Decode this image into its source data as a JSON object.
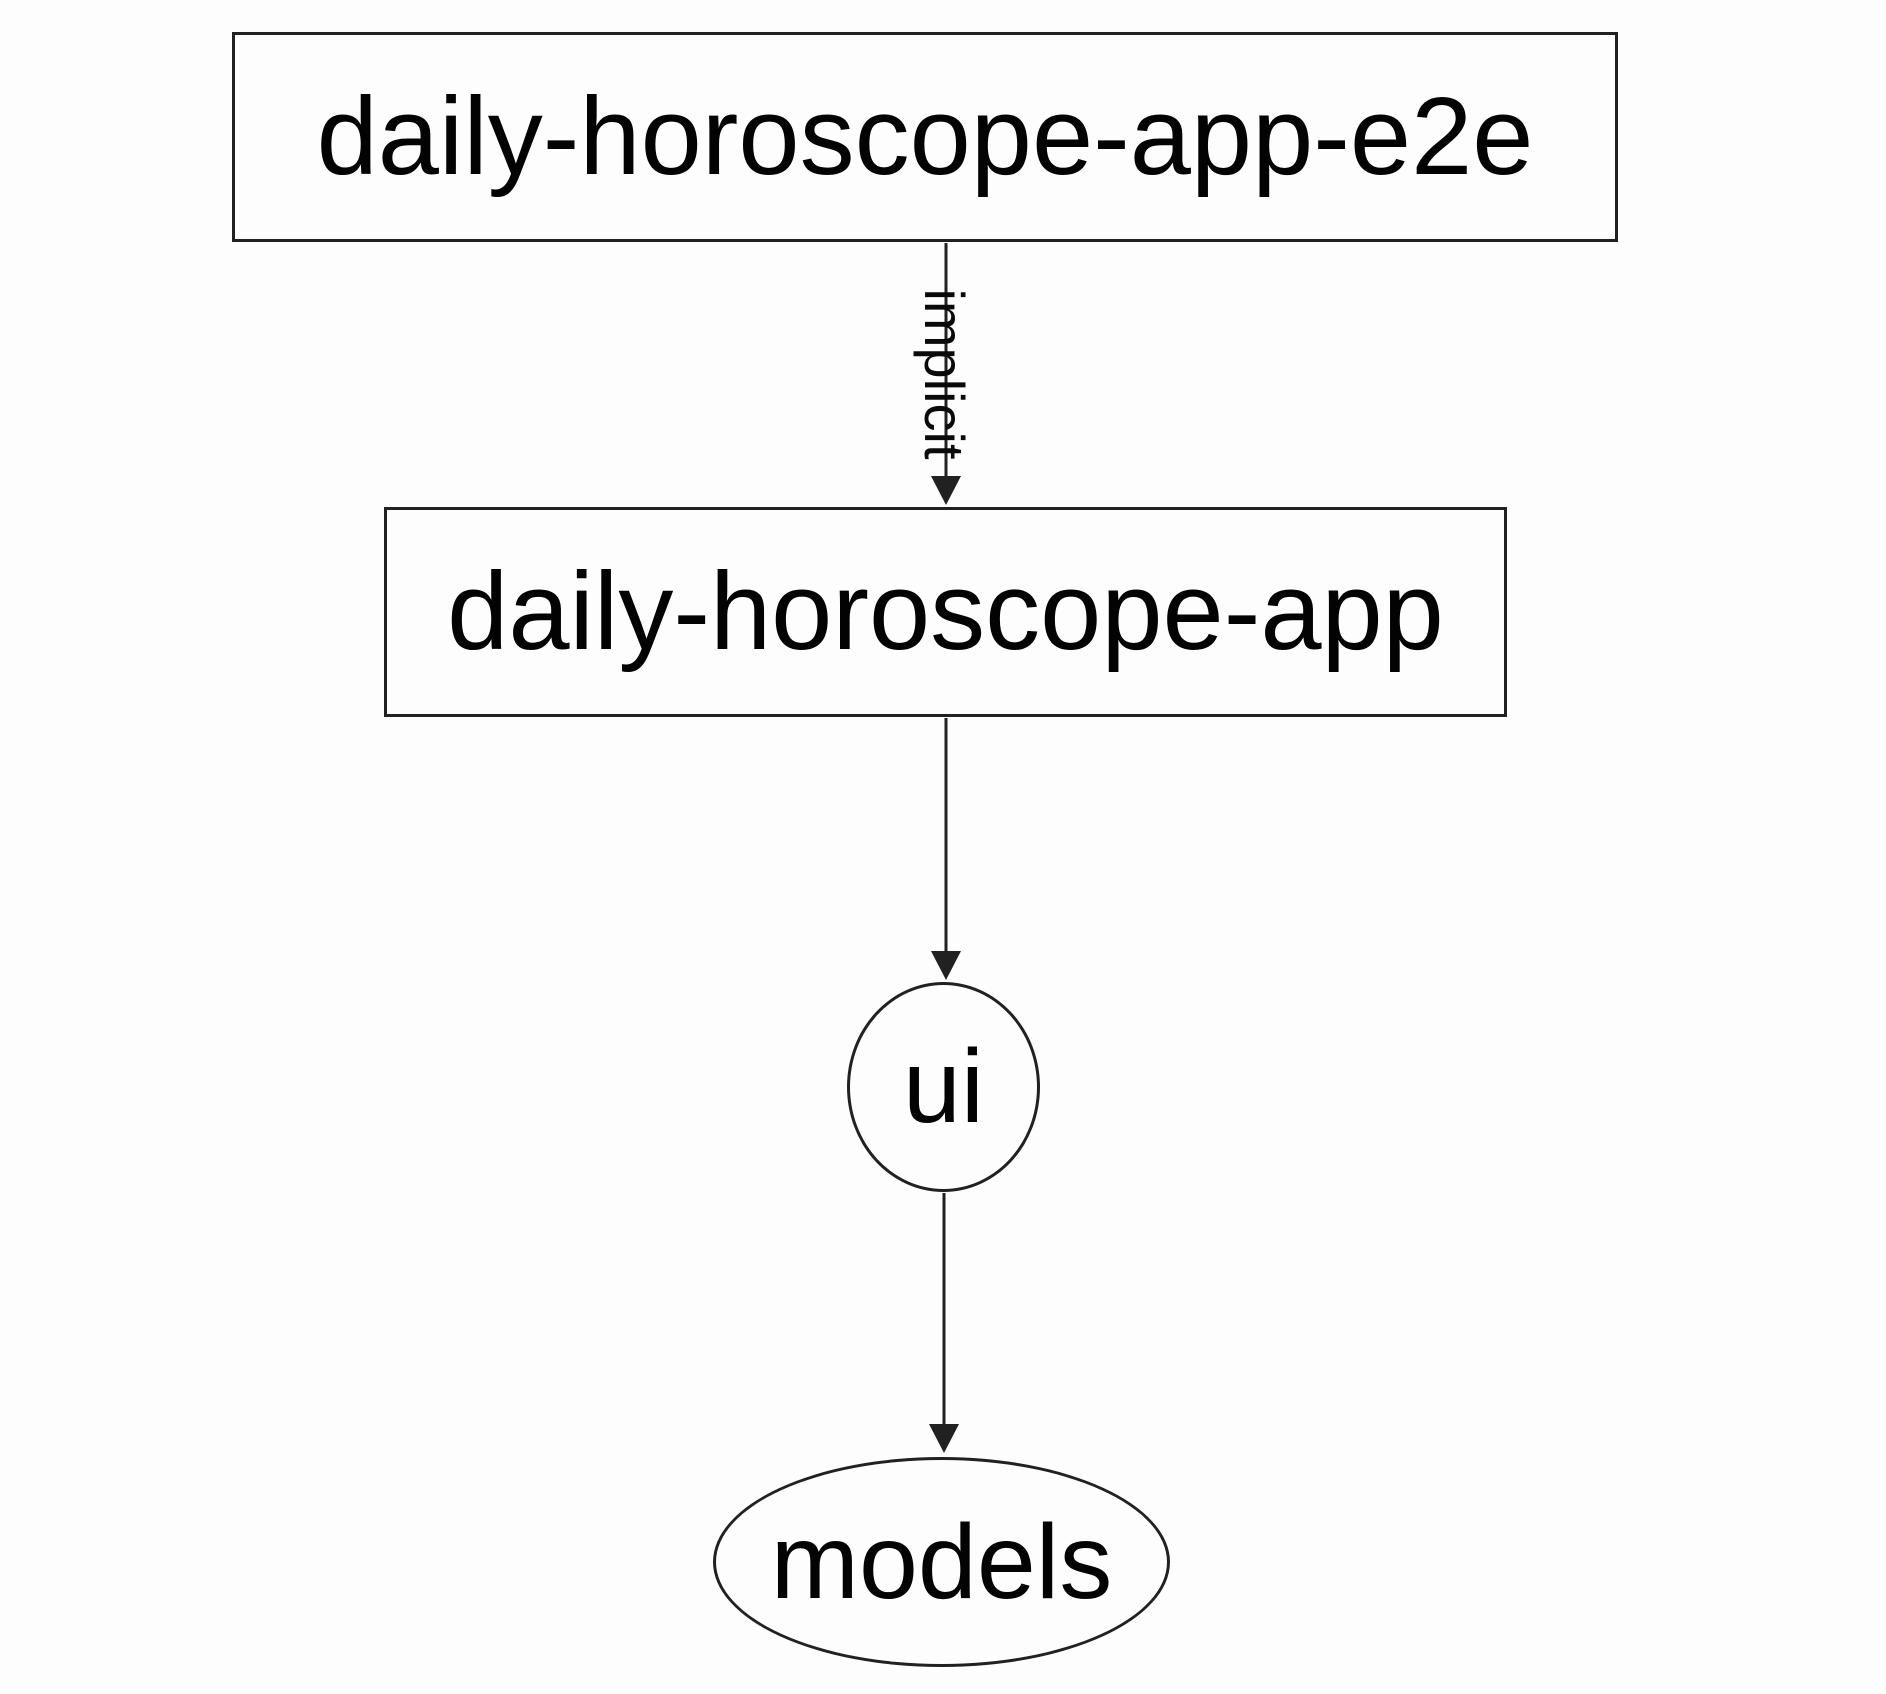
{
  "diagram": {
    "kind": "project-dependency-graph",
    "nodes": [
      {
        "id": "daily-horoscope-app-e2e",
        "label": "daily-horoscope-app-e2e",
        "shape": "rectangle"
      },
      {
        "id": "daily-horoscope-app",
        "label": "daily-horoscope-app",
        "shape": "rectangle"
      },
      {
        "id": "ui",
        "label": "ui",
        "shape": "ellipse"
      },
      {
        "id": "models",
        "label": "models",
        "shape": "ellipse"
      }
    ],
    "edges": [
      {
        "from": "daily-horoscope-app-e2e",
        "to": "daily-horoscope-app",
        "label": "implicit",
        "style": "arrow-down"
      },
      {
        "from": "daily-horoscope-app",
        "to": "ui",
        "label": "",
        "style": "arrow-down"
      },
      {
        "from": "ui",
        "to": "models",
        "label": "",
        "style": "arrow-down"
      }
    ],
    "colors": {
      "stroke": "#212121",
      "text": "#030303",
      "background": "#fdfdfd"
    }
  }
}
